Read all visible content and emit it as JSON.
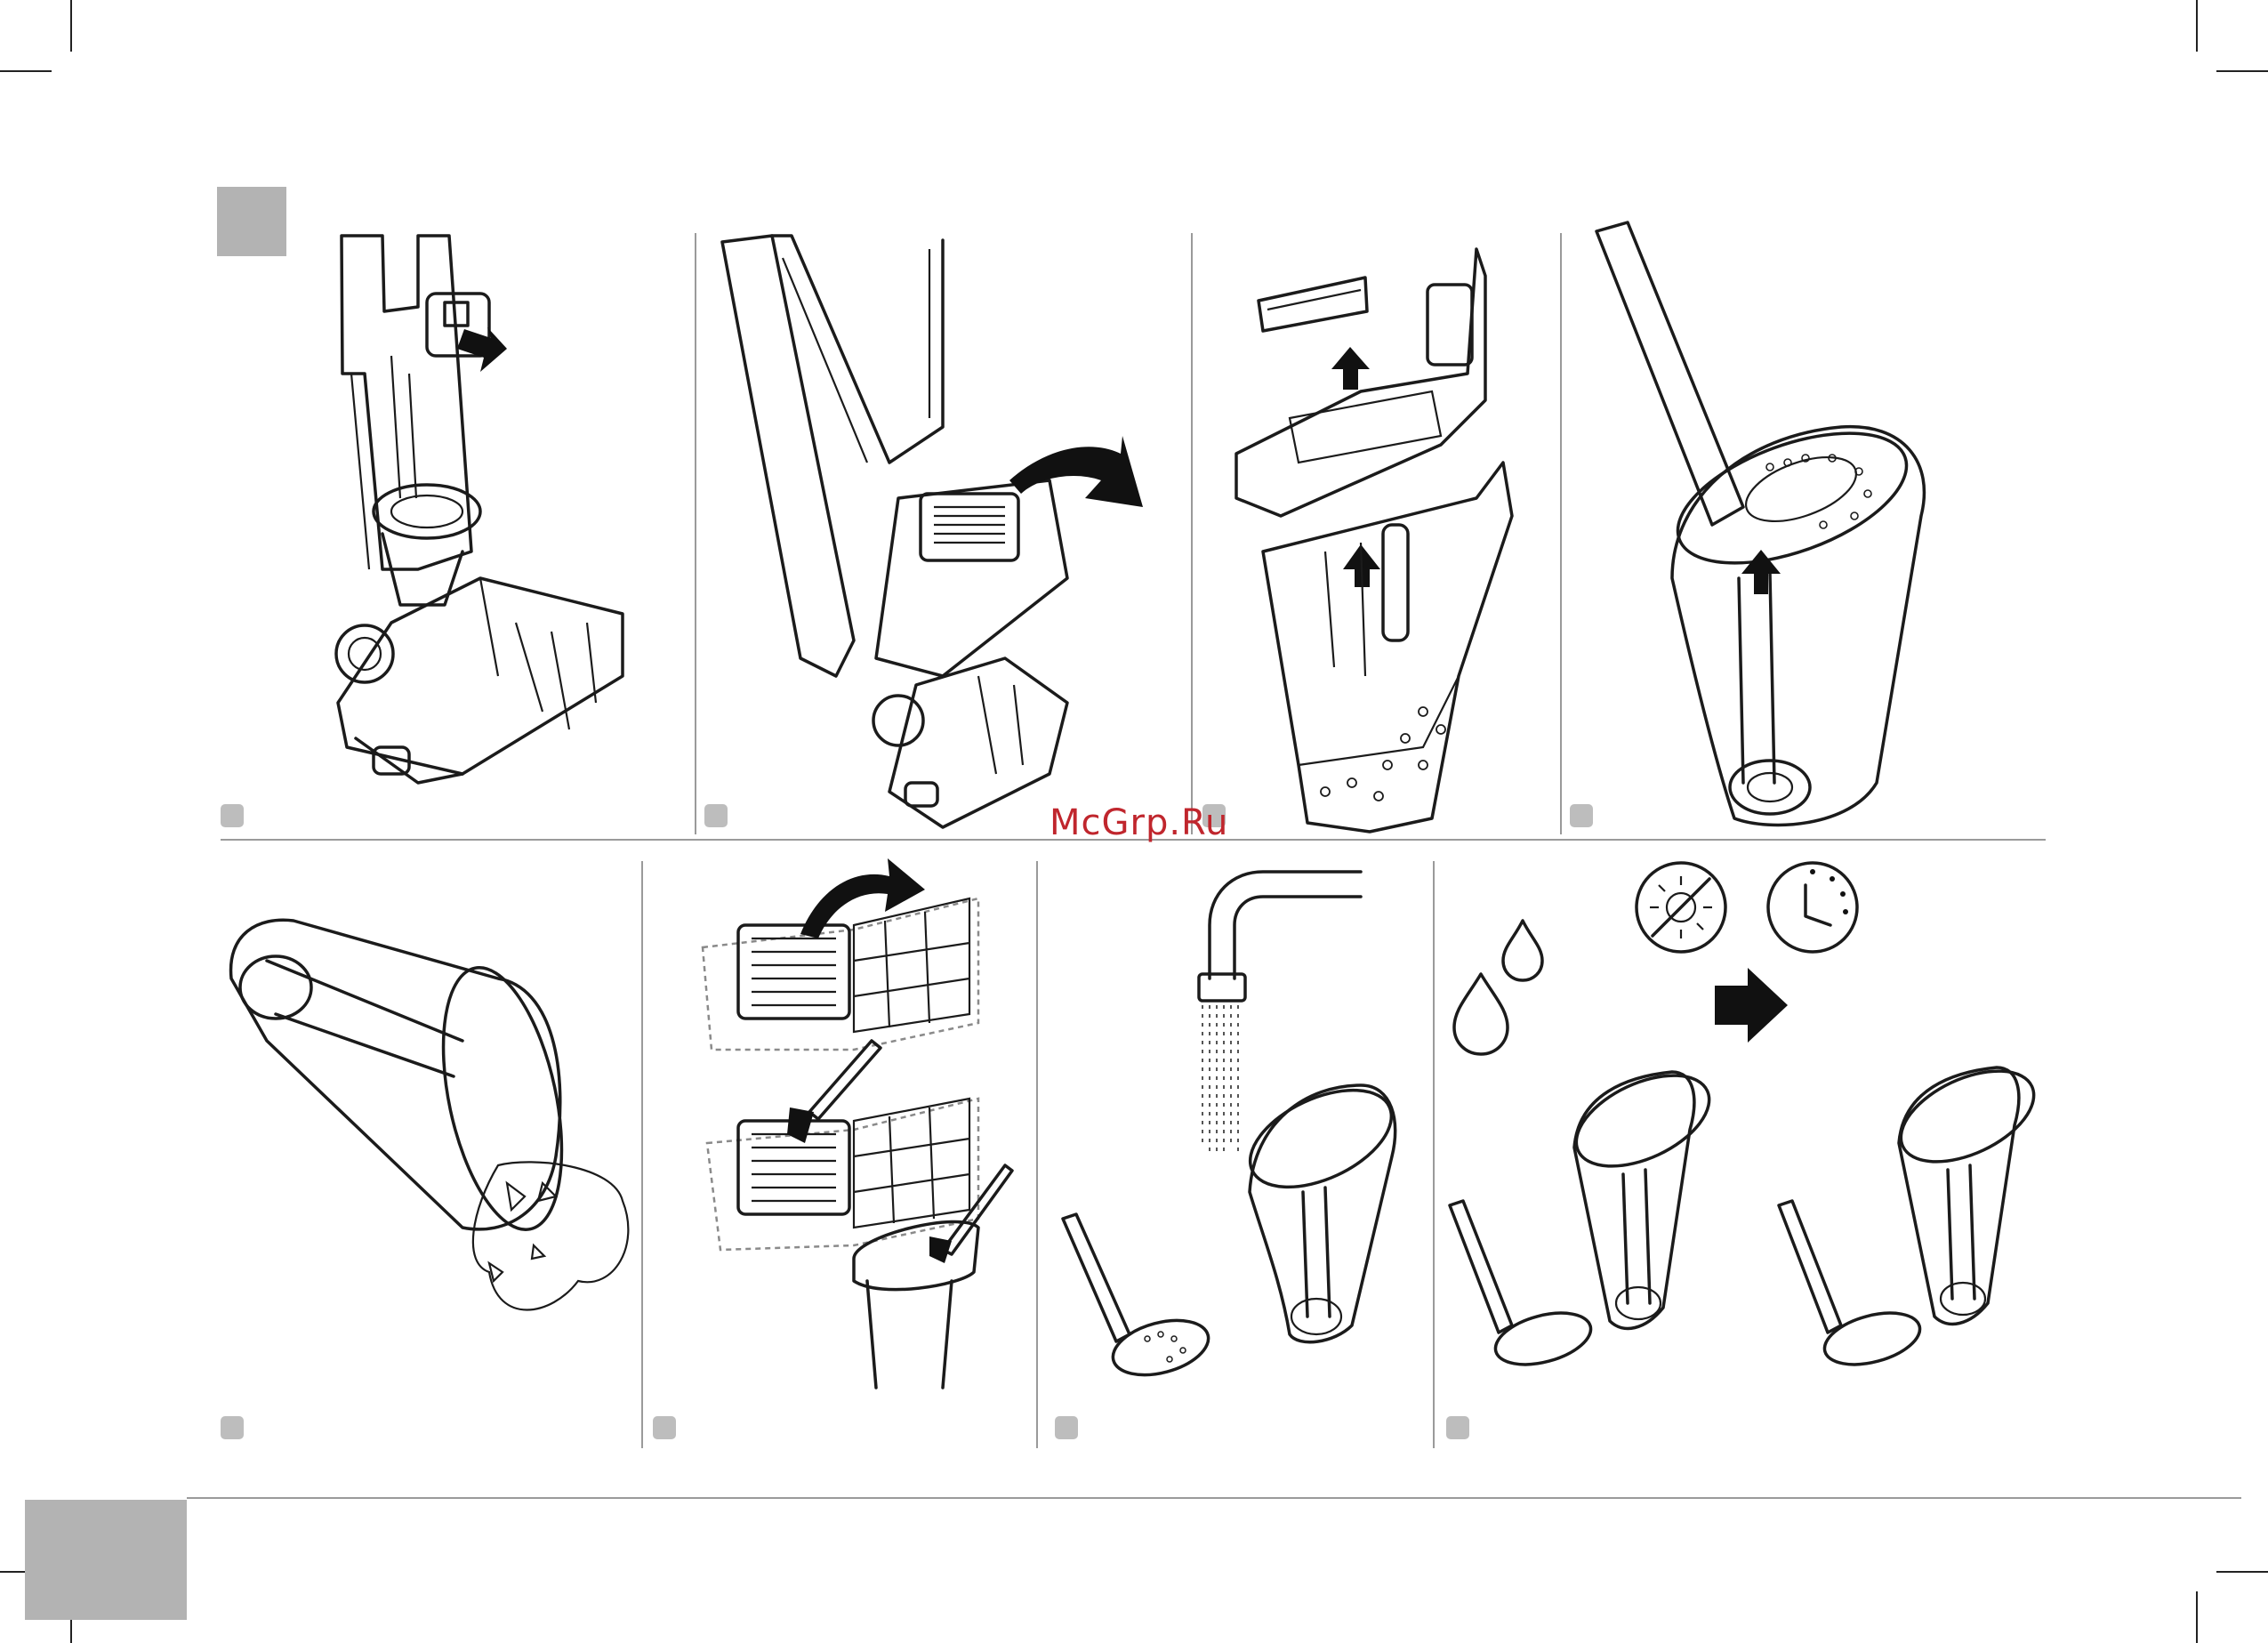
{
  "watermark": {
    "text": "McGrp.Ru",
    "color": "#c0262d"
  },
  "colors": {
    "line": "#1b1b1b",
    "gray_block": "#b3b3b3",
    "badge": "#bdbdbd",
    "divider": "#9a9a9a"
  },
  "panels_top": [
    {
      "id": "step-1",
      "depicts": "release-button-press-arrow"
    },
    {
      "id": "step-2",
      "depicts": "tilt-dust-container-arrow"
    },
    {
      "id": "step-3",
      "depicts": "lift-filter-and-cyclone-arrows"
    },
    {
      "id": "step-4",
      "depicts": "lift-cyclone-from-container-arrow"
    }
  ],
  "panels_bottom": [
    {
      "id": "step-5",
      "depicts": "empty-dust-container"
    },
    {
      "id": "step-6",
      "depicts": "brush-clean-filter"
    },
    {
      "id": "step-7",
      "depicts": "rinse-under-tap"
    },
    {
      "id": "step-8",
      "depicts": "drops-no-sun-clock-dry"
    }
  ]
}
